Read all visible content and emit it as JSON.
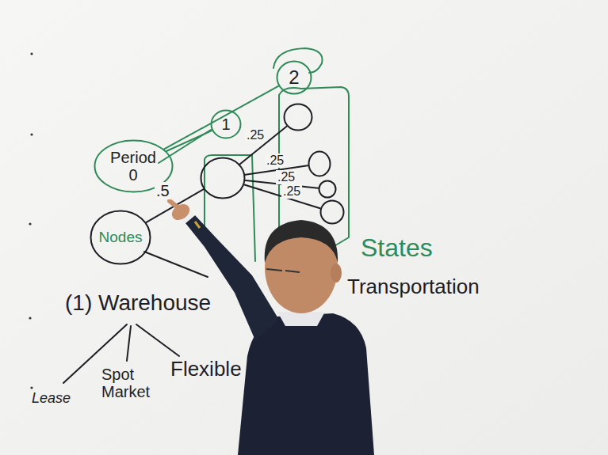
{
  "diagram": {
    "nodes": [
      {
        "text": [
          "Period",
          "0"
        ]
      },
      {
        "text": [
          "1"
        ]
      },
      {
        "text": [
          "2"
        ]
      },
      {
        "text": [
          "Nodes"
        ]
      },
      {
        "text": []
      },
      {
        "text": []
      },
      {
        "text": []
      },
      {
        "text": []
      },
      {
        "text": []
      }
    ],
    "edges": [
      {
        "from": 0,
        "to": 1,
        "arrow": "none"
      },
      {
        "from": 0,
        "to": 2,
        "arrow": "none"
      },
      {
        "from": 3,
        "to": 4,
        "label": ".5",
        "arrow": "none"
      },
      {
        "from": 4,
        "to": 5,
        "label": ".25",
        "arrow": "none"
      },
      {
        "from": 4,
        "to": 6,
        "label": ".25",
        "arrow": "none"
      },
      {
        "from": 4,
        "to": 7,
        "label": ".25",
        "arrow": "none"
      },
      {
        "from": 4,
        "to": 8,
        "label": ".25",
        "arrow": "none"
      }
    ],
    "labels": [
      "(1) Warehouse",
      "Lease",
      "Spot Market",
      "Flexible",
      "States",
      "Transportation"
    ]
  }
}
